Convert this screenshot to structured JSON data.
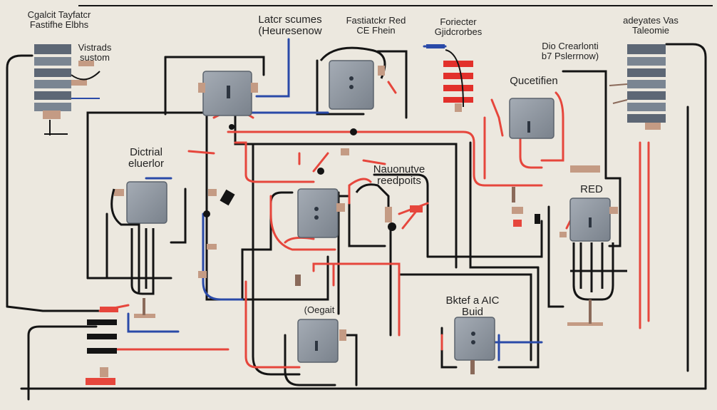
{
  "labels": {
    "top_left": "Cgalcit Tayfatcr\nFastifhe Elbhs",
    "vistrads": "Vistrads\nsustom",
    "top_center_left": "Latcr scumes\n(Heuresenow",
    "top_center": "Fastiatckr Red\nCE Fhein",
    "top_center_right": "Foriecter\nGjidcrorbes",
    "top_right": "adeyates Vas\nTaleomie",
    "right_upper": "Dio Crearlonti\nb7 Pslerrnow)",
    "qucetifien": "Qucetifien",
    "dictrial": "Dictrial\neluerlor",
    "nauonutve": "Nauonutve\nreedpoits",
    "red": "RED",
    "oegait": "(Oegait",
    "bktef": "Bktef a AIC\nBuid"
  },
  "colors": {
    "background": "#ece8df",
    "wire_black": "#141414",
    "wire_red": "#e6463c",
    "wire_blue": "#2a4aa8",
    "box_gray": "#8a929c",
    "panel_gray": "#5d6775"
  },
  "icons": [
    "switch-icon",
    "terminal-block-icon",
    "breaker-panel-icon"
  ]
}
